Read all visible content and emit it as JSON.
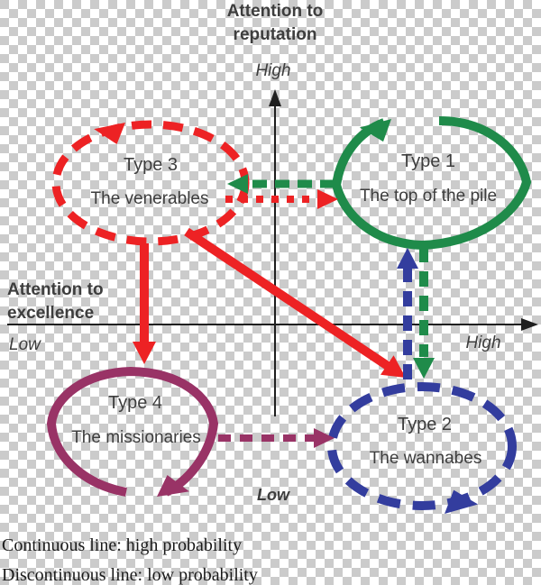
{
  "colors": {
    "red": "#ed2224",
    "green": "#1f8b4a",
    "blue": "#333d9e",
    "purple": "#993366",
    "axis": "#1f1f1f",
    "label_text": "#3d3d3d",
    "legend_text": "#1a1a1a",
    "checker_gray": "#cbcbcb"
  },
  "axes": {
    "reputation_title_line1": "Attention to",
    "reputation_title_line2": "reputation",
    "reputation_high": "High",
    "reputation_low": "Low",
    "excellence_title_line1": "Attention to",
    "excellence_title_line2": "excellence",
    "excellence_low": "Low",
    "excellence_high": "High"
  },
  "quadrants": {
    "type3": {
      "title": "Type 3",
      "subtitle": "The venerables",
      "line_style": "dashed",
      "color_name": "red"
    },
    "type1": {
      "title": "Type 1",
      "subtitle": "The top of the pile",
      "line_style": "solid",
      "color_name": "green"
    },
    "type4": {
      "title": "Type 4",
      "subtitle": "The missionaries",
      "line_style": "solid",
      "color_name": "purple"
    },
    "type2": {
      "title": "Type 2",
      "subtitle": "The wannabes",
      "line_style": "dashed",
      "color_name": "blue"
    }
  },
  "arrows": [
    {
      "name": "type1-to-type3",
      "color_name": "green",
      "line_style": "dashed",
      "direction": "left"
    },
    {
      "name": "type3-to-type1",
      "color_name": "red",
      "line_style": "dotted",
      "direction": "right"
    },
    {
      "name": "type3-to-type4",
      "color_name": "red",
      "line_style": "solid",
      "direction": "down"
    },
    {
      "name": "type3-to-type2",
      "color_name": "red",
      "line_style": "solid",
      "direction": "down-right"
    },
    {
      "name": "type2-to-type1",
      "color_name": "blue",
      "line_style": "dashed",
      "direction": "up"
    },
    {
      "name": "type1-to-type2",
      "color_name": "green",
      "line_style": "dashed",
      "direction": "down"
    },
    {
      "name": "type4-to-type2",
      "color_name": "purple",
      "line_style": "dashed",
      "direction": "right"
    }
  ],
  "legend": {
    "line1": "Continuous line: high probability",
    "line2": "Discontinuous line: low probability"
  }
}
